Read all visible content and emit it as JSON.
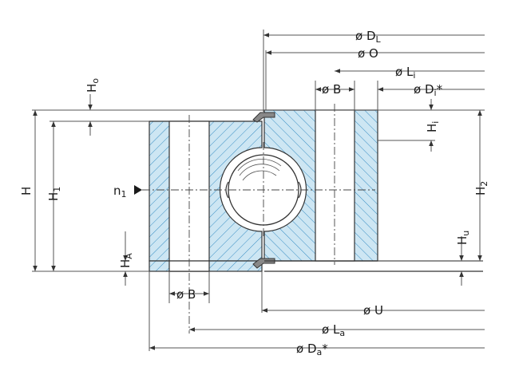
{
  "labels": {
    "DL": "ø D",
    "DL_sub": "L",
    "O": "ø O",
    "Li": "ø L",
    "Li_sub": "i",
    "B_top": "ø B",
    "Di": "ø D",
    "Di_sub": "i",
    "Di_star": "*",
    "Ho": "H",
    "Ho_sub": "o",
    "Hi": "H",
    "Hi_sub": "i",
    "H": "H",
    "H1": "H",
    "H1_sub": "1",
    "n1": "n",
    "n1_sub": "1",
    "H2": "H",
    "H2_sub": "2",
    "HA": "H",
    "HA_sub": "A",
    "Hu": "H",
    "Hu_sub": "u",
    "B_bottom": "ø B",
    "U": "ø U",
    "La": "ø L",
    "La_sub": "a",
    "Da": "ø D",
    "Da_sub": "a",
    "Da_star": "*"
  },
  "colors": {
    "section_fill": "#cde6f3",
    "hatch": "#3a8fc4",
    "outline": "#333333"
  }
}
